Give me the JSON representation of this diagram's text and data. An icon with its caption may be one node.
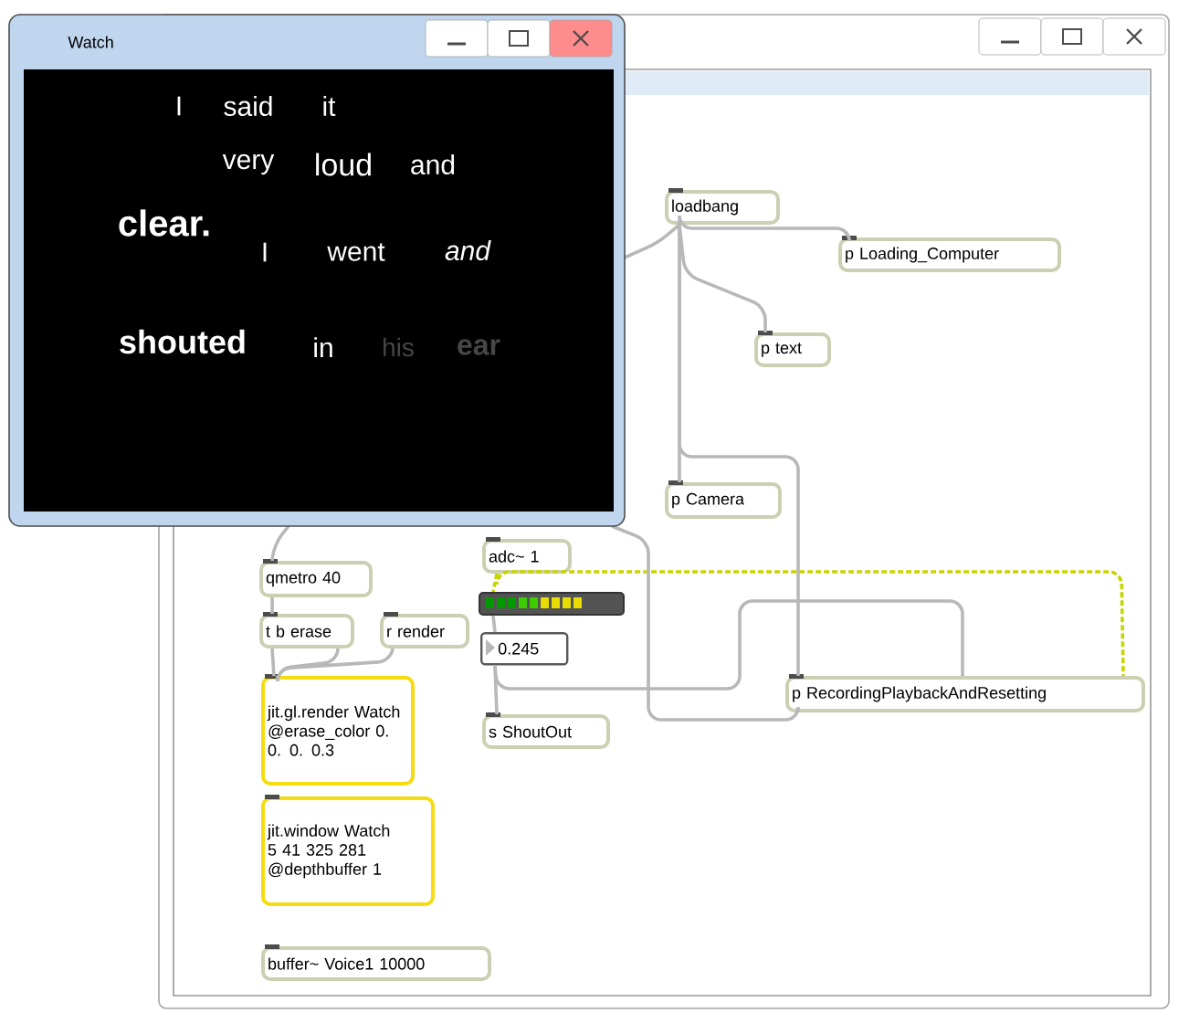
{
  "diagram": {
    "nodes": [
      {
        "text": [
          "loadbang"
        ]
      },
      {
        "text": [
          "p Loading_Computer"
        ]
      },
      {
        "text": [
          "p text"
        ]
      },
      {
        "text": [
          "p Camera"
        ]
      },
      {
        "text": [
          "adc~ 1"
        ]
      },
      {
        "text": [],
        "shape": "bar"
      },
      {
        "text": [
          "0.245"
        ]
      },
      {
        "text": [
          "s ShoutOut"
        ]
      },
      {
        "text": [
          "qmetro 40"
        ]
      },
      {
        "text": [
          "t b erase"
        ]
      },
      {
        "text": [
          "r render"
        ]
      },
      {
        "text": [
          "jit.gl.render Watch @erase_color 0. 0. 0. 0.3"
        ]
      },
      {
        "text": [
          "jit.window Watch 5 41 325 281 @depthbuffer 1"
        ]
      },
      {
        "text": [
          "buffer~ Voice1 10000"
        ]
      },
      {
        "text": [
          "p RecordingPlaybackAndResetting"
        ]
      }
    ],
    "edges": [
      {
        "from": 0,
        "to": 1,
        "arrow": "none"
      },
      {
        "from": 0,
        "to": 2,
        "arrow": "none"
      },
      {
        "from": 0,
        "to": 3,
        "arrow": "none"
      },
      {
        "from": 0,
        "to": 14,
        "arrow": "none"
      },
      {
        "from": null,
        "to": 0,
        "arrow": "none"
      },
      {
        "from": 4,
        "to": 5,
        "arrow": "none",
        "style": "dashed",
        "color": "#c8d400"
      },
      {
        "from": 4,
        "to": 14,
        "arrow": "none",
        "style": "dashed",
        "color": "#c8d400"
      },
      {
        "from": 5,
        "to": 6,
        "arrow": "none"
      },
      {
        "from": 6,
        "to": 7,
        "arrow": "none"
      },
      {
        "from": 6,
        "to": 14,
        "arrow": "none"
      },
      {
        "from": 14,
        "to": null,
        "arrow": "none"
      },
      {
        "from": null,
        "to": 8,
        "arrow": "none"
      },
      {
        "from": 8,
        "to": 9,
        "arrow": "none"
      },
      {
        "from": 9,
        "to": 11,
        "arrow": "none"
      },
      {
        "from": 9,
        "to": 11,
        "arrow": "none"
      },
      {
        "from": 10,
        "to": 11,
        "arrow": "none"
      }
    ],
    "labels": [
      "Watch",
      "I",
      "said",
      "it",
      "very",
      "loud",
      "and",
      "clear.",
      "I",
      "went",
      "and",
      "shouted",
      "in",
      "his",
      "ear"
    ]
  }
}
